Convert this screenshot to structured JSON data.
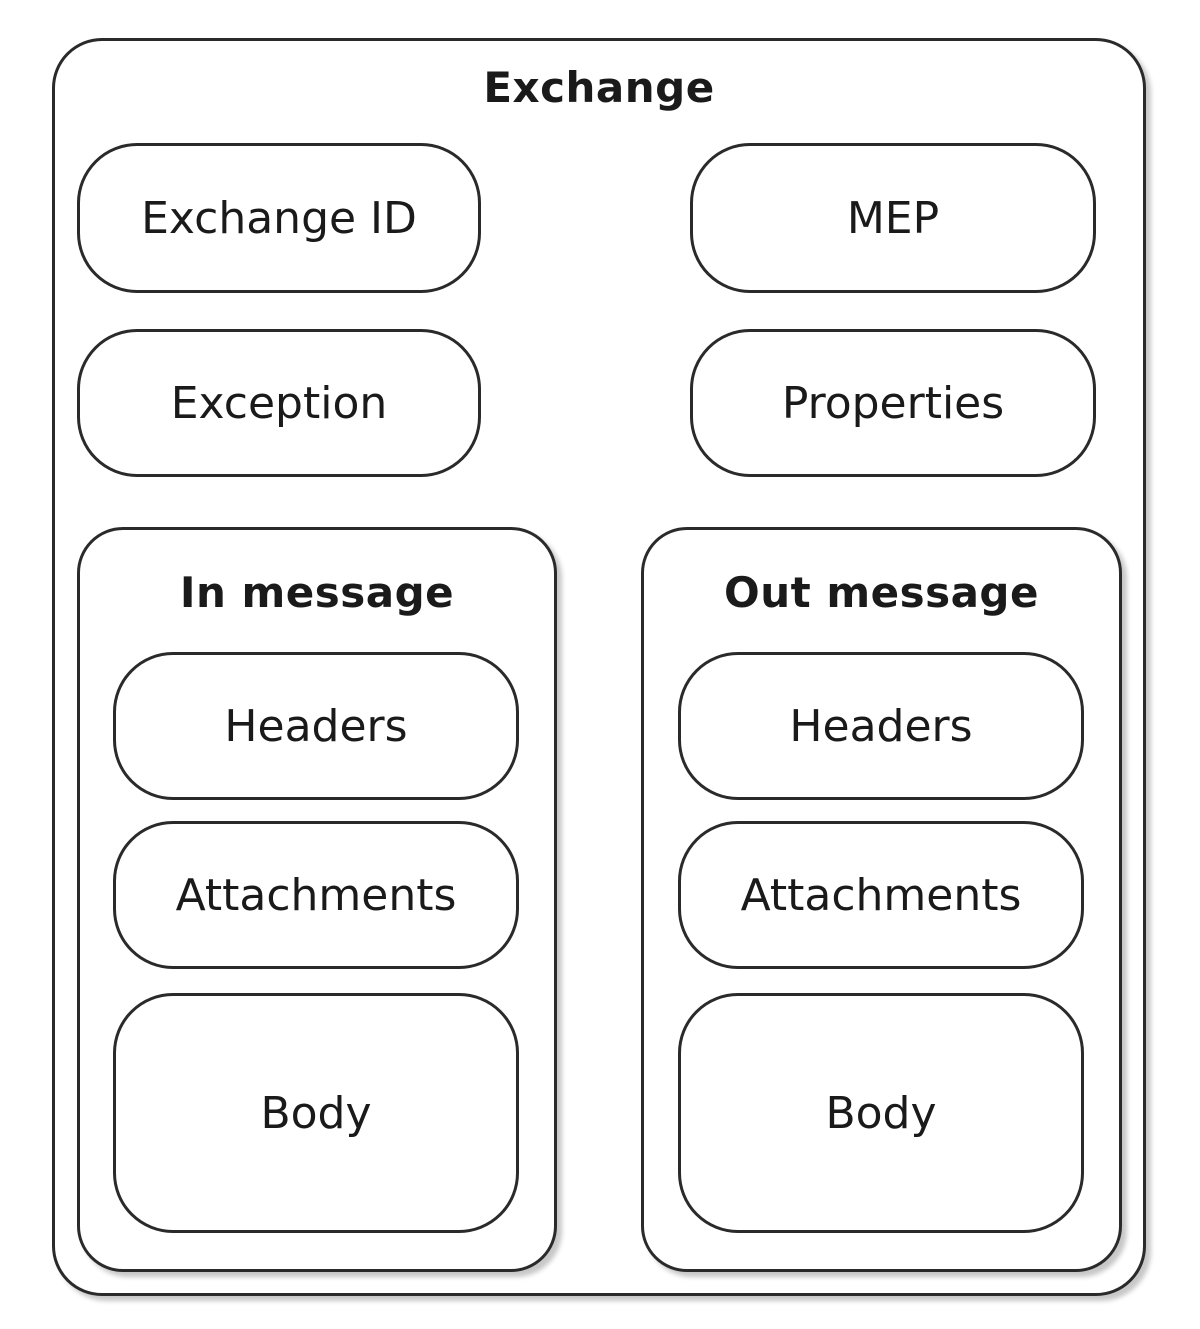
{
  "exchange": {
    "title": "Exchange",
    "fields": {
      "exchange_id": "Exchange ID",
      "mep": "MEP",
      "exception": "Exception",
      "properties": "Properties"
    },
    "in_message": {
      "title": "In message",
      "headers": "Headers",
      "attachments": "Attachments",
      "body": "Body"
    },
    "out_message": {
      "title": "Out message",
      "headers": "Headers",
      "attachments": "Attachments",
      "body": "Body"
    }
  }
}
